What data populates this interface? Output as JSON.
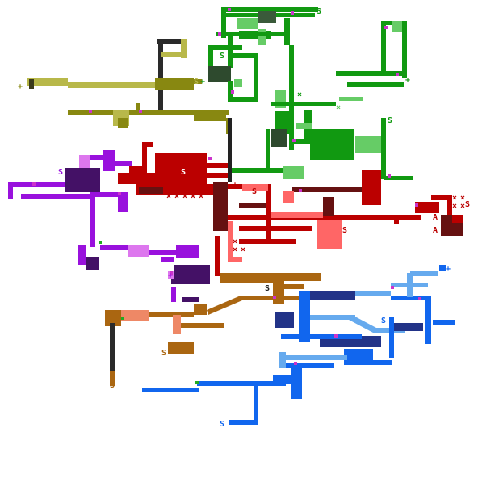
{
  "map": {
    "legend": [],
    "regions": [
      {
        "name": "light-green-zone",
        "color": "#66cc66"
      },
      {
        "name": "green-zone",
        "color": "#119911"
      },
      {
        "name": "olive-zone",
        "color": "#888811"
      },
      {
        "name": "khaki-zone",
        "color": "#b8b84a"
      },
      {
        "name": "red-zone",
        "color": "#bb0000"
      },
      {
        "name": "salmon-zone",
        "color": "#ff6666"
      },
      {
        "name": "maroon-zone",
        "color": "#661111"
      },
      {
        "name": "purple-zone",
        "color": "#9911dd"
      },
      {
        "name": "orchid-zone",
        "color": "#dd77ee"
      },
      {
        "name": "indigo-zone",
        "color": "#441166"
      },
      {
        "name": "orange-zone",
        "color": "#aa6611"
      },
      {
        "name": "peach-zone",
        "color": "#ee8866"
      },
      {
        "name": "blue-zone",
        "color": "#1166ee"
      },
      {
        "name": "light-blue-zone",
        "color": "#66aaee"
      },
      {
        "name": "navy-zone",
        "color": "#223388"
      }
    ],
    "markers": {
      "save_letter": "S",
      "boss_letter": "A",
      "plus_glyph": "+",
      "cross_glyph": "×"
    }
  }
}
